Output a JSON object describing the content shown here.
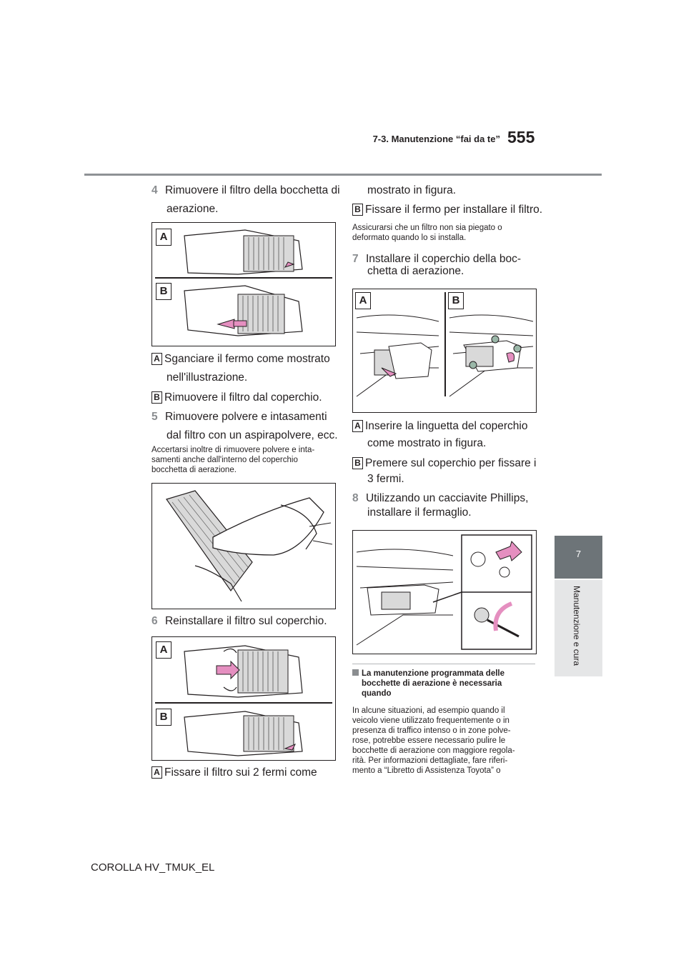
{
  "header": {
    "section": "7-3. Manutenzione “fai da te”",
    "page_number": "555"
  },
  "side_tab": {
    "chapter_number": "7",
    "chapter_label": "Manutenzione e cura"
  },
  "left": {
    "step4": {
      "num": "4",
      "text_l1": "Rimuovere il filtro della bocchetta di",
      "text_l2": "aerazione."
    },
    "fig1": {
      "label_a": "A",
      "label_b": "B"
    },
    "a1": {
      "tag": "A",
      "l1": "Sganciare il fermo come mostrato",
      "l2": "nell'illustrazione."
    },
    "b1": {
      "tag": "B",
      "l1": "Rimuovere il filtro dal coperchio."
    },
    "step5": {
      "num": "5",
      "text_l1": "Rimuovere polvere e intasamenti",
      "text_l2": "dal filtro con un aspirapolvere, ecc."
    },
    "note5": {
      "l1": "Accertarsi inoltre di rimuovere polvere e inta-",
      "l2": "samenti anche dall'interno del coperchio",
      "l3": "bocchetta di aerazione."
    },
    "step6": {
      "num": "6",
      "text_l1": "Reinstallare il filtro sul coperchio."
    },
    "fig3": {
      "label_a": "A",
      "label_b": "B"
    },
    "a2": {
      "tag": "A",
      "l1": "Fissare il filtro sui 2 fermi come"
    }
  },
  "right": {
    "a2_cont": "mostrato in figura.",
    "b2": {
      "tag": "B",
      "l1": "Fissare il fermo per installare il filtro."
    },
    "note6": {
      "l1": "Assicurarsi che un filtro non sia piegato o",
      "l2": "deformato quando lo si installa."
    },
    "step7": {
      "num": "7",
      "text_l1": "Installare il coperchio della boc-",
      "text_l2": "chetta di aerazione."
    },
    "fig4": {
      "label_a": "A",
      "label_b": "B"
    },
    "a3": {
      "tag": "A",
      "l1": "Inserire la linguetta del coperchio",
      "l2": "come mostrato in figura."
    },
    "b3": {
      "tag": "B",
      "l1": "Premere sul coperchio per fissare i",
      "l2": "3 fermi."
    },
    "step8": {
      "num": "8",
      "text_l1": "Utilizzando un cacciavite Phillips,",
      "text_l2": "installare il fermaglio."
    },
    "note_heading": {
      "l1": "La manutenzione programmata delle",
      "l2": "bocchette di aerazione è necessaria",
      "l3": "quando"
    },
    "note_body": {
      "l1": "In alcune situazioni, ad esempio quando il",
      "l2": "veicolo viene utilizzato frequentemente o in",
      "l3": "presenza di traffico intenso o in zone polve-",
      "l4": "rose, potrebbe essere necessario pulire le",
      "l5": "bocchette di aerazione con maggiore regola-",
      "l6": "rità. Per informazioni dettagliate, fare riferi-",
      "l7": "mento a “Libretto di Assistenza Toyota” o"
    }
  },
  "footer": {
    "model": "COROLLA HV_TMUK_EL"
  }
}
